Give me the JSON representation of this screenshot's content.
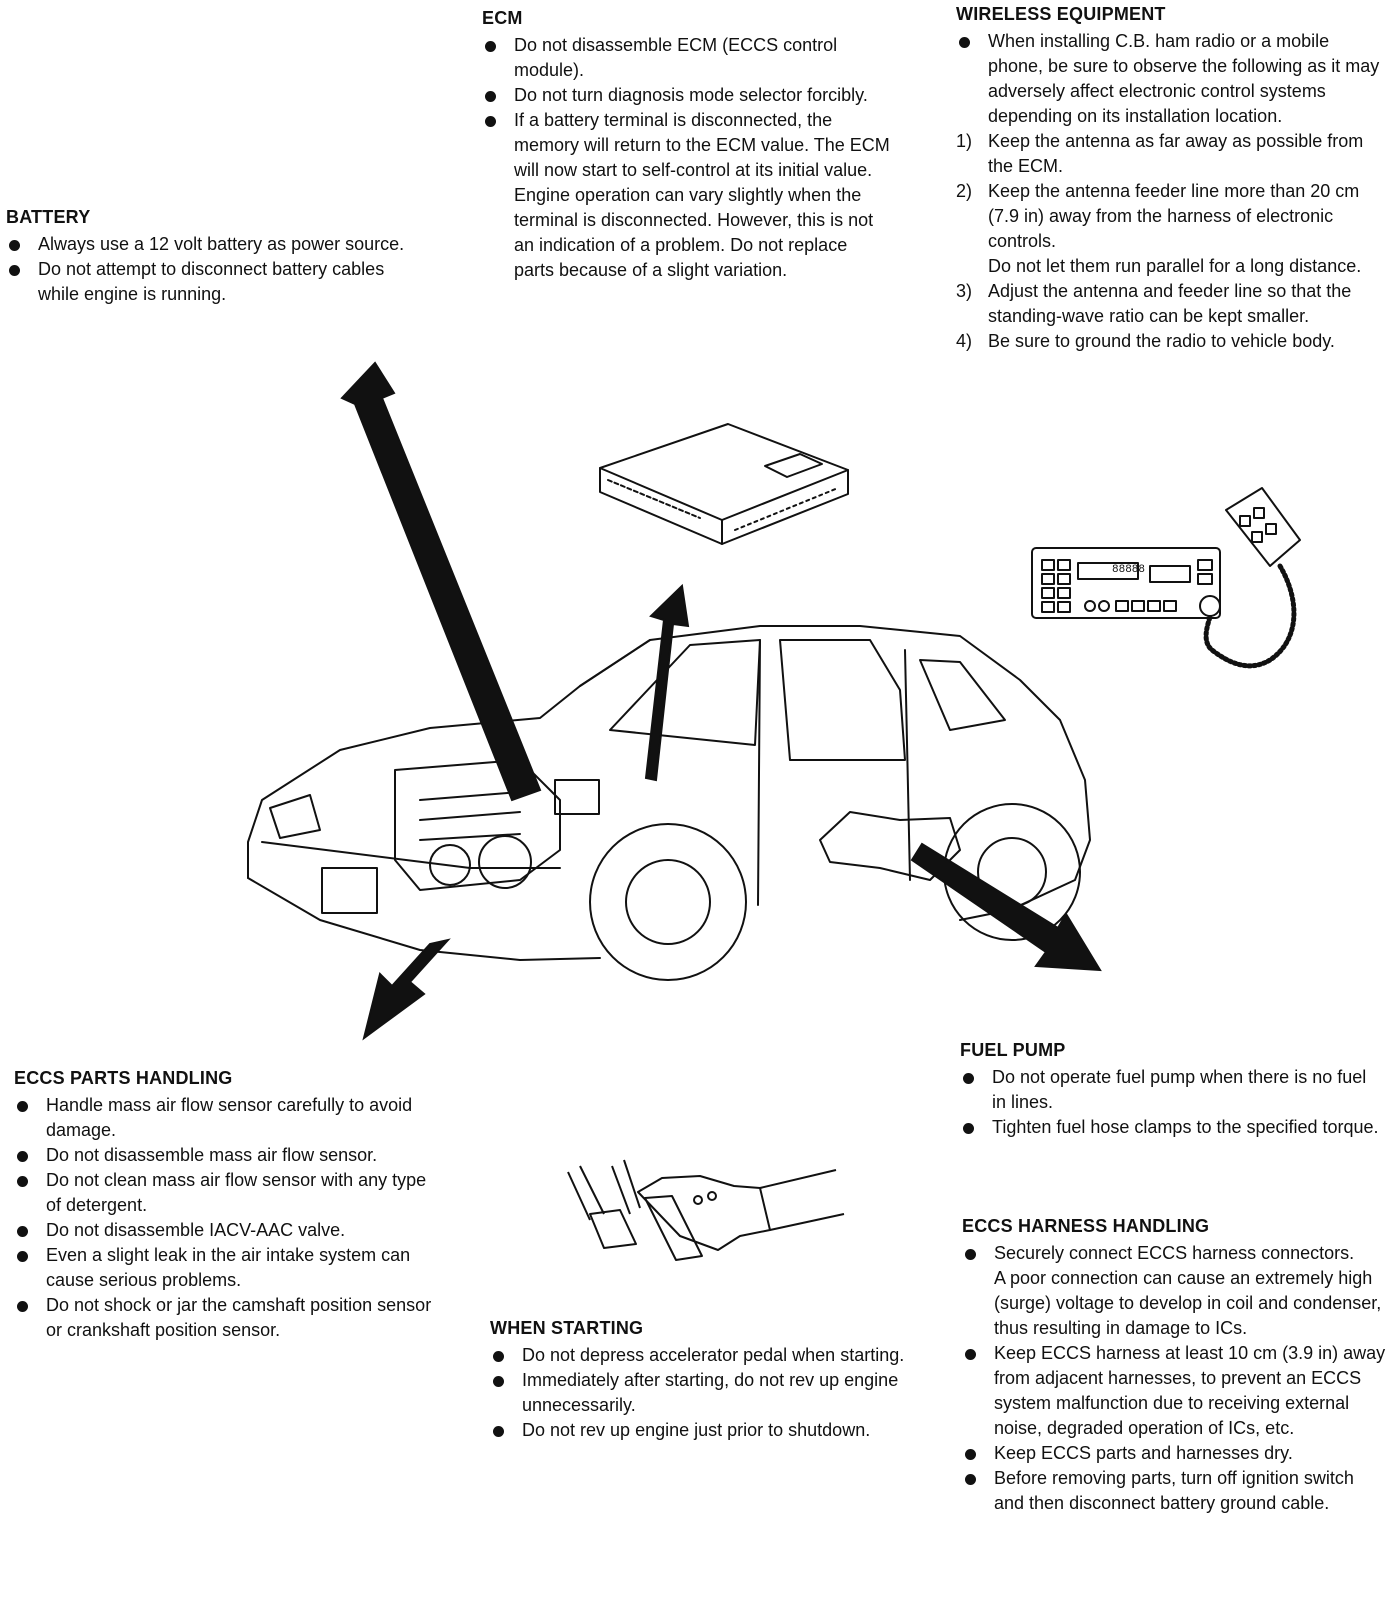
{
  "battery": {
    "title": "BATTERY",
    "items": [
      "Always use a 12 volt battery as power source.",
      "Do not attempt to disconnect battery cables while engine is running."
    ]
  },
  "ecm": {
    "title": "ECM",
    "items": [
      "Do not disassemble ECM (ECCS control module).",
      "Do not turn diagnosis mode selector forcibly.",
      "If a battery terminal is disconnected, the memory will return to the ECM value. The ECM will now start to self-control at its initial value. Engine operation can vary slightly when the terminal is disconnected. However, this is not an indication of a problem. Do not replace parts because of a slight variation."
    ]
  },
  "wireless": {
    "title": "WIRELESS EQUIPMENT",
    "intro": "When installing C.B. ham radio or a mobile phone, be sure to observe the following as it may adversely affect electronic control systems depending on its installation location.",
    "steps": [
      {
        "num": "1)",
        "text": "Keep the antenna as far away as possible from the ECM."
      },
      {
        "num": "2)",
        "text": "Keep the antenna feeder line more than 20 cm (7.9 in) away from the harness of electronic controls.",
        "extra": "Do not let them run parallel for a long distance."
      },
      {
        "num": "3)",
        "text": "Adjust the antenna and feeder line so that the standing-wave ratio can be kept smaller."
      },
      {
        "num": "4)",
        "text": "Be sure to ground the radio to vehicle body."
      }
    ]
  },
  "eccs_parts": {
    "title": "ECCS PARTS HANDLING",
    "items": [
      "Handle mass air flow sensor carefully to avoid damage.",
      "Do not disassemble mass air flow sensor.",
      "Do not clean mass air flow sensor with any type of detergent.",
      "Do not disassemble IACV-AAC valve.",
      "Even a slight leak in the air intake system can cause serious problems.",
      "Do not shock or jar the camshaft position sensor or crankshaft position sensor."
    ]
  },
  "when_starting": {
    "title": "WHEN STARTING",
    "items": [
      "Do not depress accelerator pedal when starting.",
      "Immediately after starting, do not rev up engine unnecessarily.",
      "Do not rev up engine just prior to shutdown."
    ]
  },
  "fuel_pump": {
    "title": "FUEL PUMP",
    "items": [
      "Do not operate fuel pump when there is no fuel in lines.",
      "Tighten fuel hose clamps to the specified torque."
    ]
  },
  "harness": {
    "title": "ECCS HARNESS HANDLING",
    "items": [
      {
        "text": "Securely connect ECCS harness connectors.",
        "extra": "A poor connection can cause an extremely high (surge) voltage to develop in coil and condenser, thus resulting in damage to ICs."
      },
      {
        "text": "Keep ECCS harness at least 10 cm (3.9 in) away from adjacent harnesses, to prevent an ECCS system malfunction due to receiving external noise, degraded operation of ICs, etc."
      },
      {
        "text": "Keep ECCS parts and harnesses dry."
      },
      {
        "text": "Before removing parts, turn off ignition switch and then disconnect battery ground cable."
      }
    ]
  },
  "radio_display": "88888"
}
